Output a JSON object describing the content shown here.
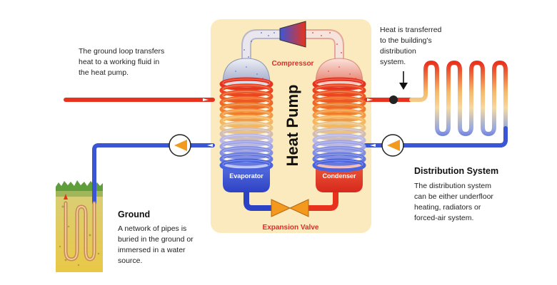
{
  "labels": {
    "compressor": "Compressor",
    "heat_pump": "Heat Pump",
    "evaporator": "Evaporator",
    "condenser": "Condenser",
    "expansion_valve": "Expansion Valve"
  },
  "notes": {
    "ground_loop": [
      "The ground loop transfers",
      "heat to a working fluid in",
      "the heat pump."
    ],
    "heat_transfer": [
      "Heat is transferred",
      "to the building's",
      "distribution",
      "system."
    ]
  },
  "ground": {
    "title": "Ground",
    "lines": [
      "A network of pipes is",
      "buried in the ground or",
      "immersed in a water",
      "source."
    ]
  },
  "distribution": {
    "title": "Distribution System",
    "lines": [
      "The distribution system",
      "can be either underfloor",
      "heating, radiators or",
      "forced-air system."
    ]
  },
  "colors": {
    "hot": "#e8321e",
    "cold": "#3a55d6",
    "panel": "#fbeabd",
    "pump": "#f39a1e",
    "label_red": "#e02b2b"
  },
  "icons": [
    "pump-icon",
    "compressor-icon",
    "expansion-valve-icon",
    "arrow-down-icon"
  ]
}
